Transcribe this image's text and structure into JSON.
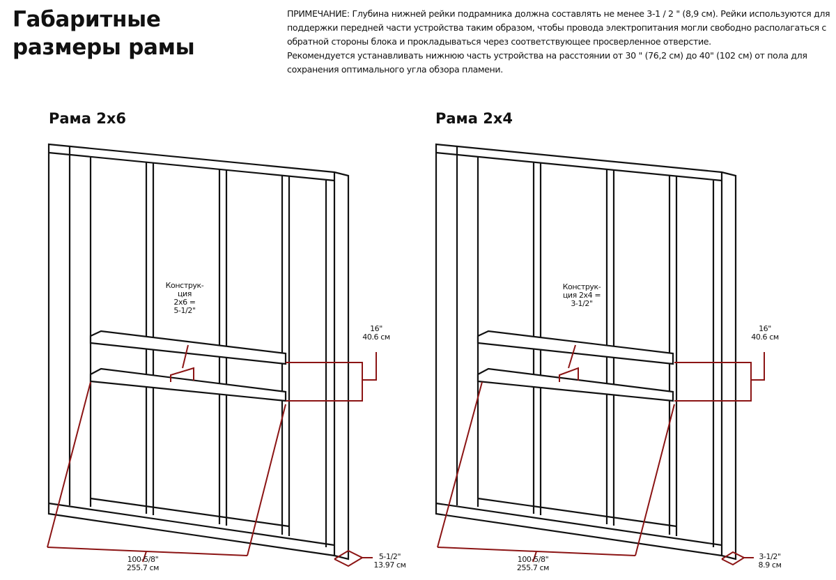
{
  "title": [
    "Габаритные",
    "размеры рамы"
  ],
  "note": {
    "paragraph1": "ПРИМЕЧАНИЕ: Глубина нижней рейки подрамника должна составлять не менее 3-1 / 2 \" (8,9 см). Рейки используются для поддержки передней части устройства таким образом, чтобы провода электропитания могли свободно располагаться с обратной стороны блока и прокладываться через соответствующее просверленное отверстие.",
    "paragraph2": "Рекомендуется устанавливать нижнюю часть устройства на расстоянии от 30 \" (76,2 см) до 40\" (102 см) от пола для сохранения оптимального угла обзора пламени."
  },
  "frames": [
    {
      "title": "Рама 2x6",
      "construction": [
        "Конструк-",
        "ция",
        "2x6 =",
        "5-1/2\""
      ],
      "spacing": [
        "16\"",
        "40.6 см"
      ],
      "width": [
        "100-5/8\"",
        "255.7 см"
      ],
      "depth": [
        "5-1/2\"",
        "13.97 см"
      ]
    },
    {
      "title": "Рама 2x4",
      "construction": [
        "Конструк-",
        "ция 2x4 =",
        "3-1/2\""
      ],
      "spacing": [
        "16\"",
        "40.6 см"
      ],
      "width": [
        "100-5/8\"",
        "255.7 см"
      ],
      "depth": [
        "3-1/2\"",
        "8.9 см"
      ]
    }
  ],
  "colors": {
    "dimension": "#8b1414",
    "line": "#111111"
  }
}
